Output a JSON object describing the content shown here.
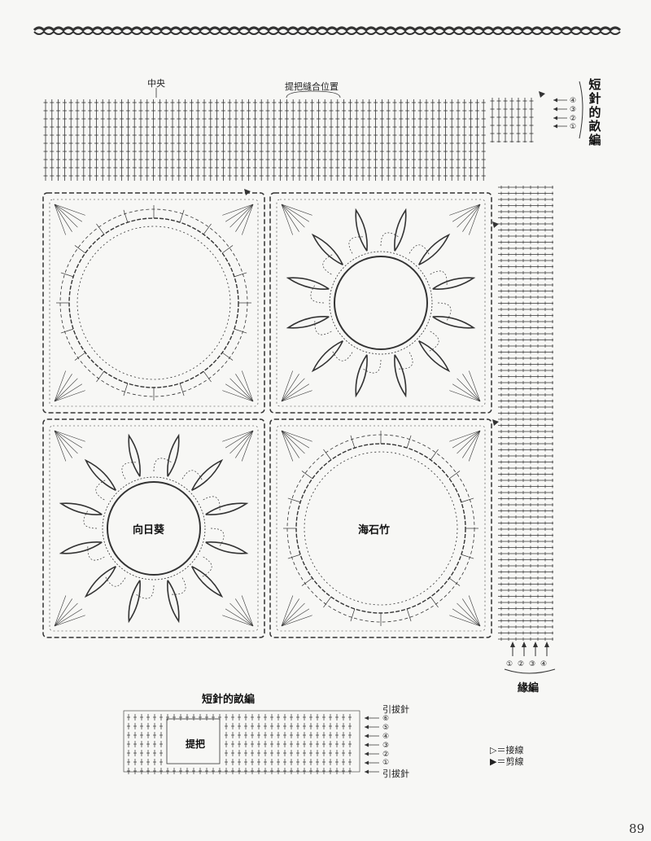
{
  "labels": {
    "center": "中央",
    "handle_seam": "提把縫合位置",
    "short_row_side": "短針的畝編",
    "edge": "緣編",
    "sunflower": "向日葵",
    "hydrangea": "海石竹",
    "short_row_title": "短針的畝編",
    "handle": "提把",
    "slip_stitch": "引拔針"
  },
  "row_markers_top": [
    "④",
    "③",
    "②",
    "①"
  ],
  "row_markers_bottom": [
    "①",
    "②",
    "③",
    "④"
  ],
  "handle_rows": [
    "⑥",
    "⑤",
    "④",
    "③",
    "②",
    "①"
  ],
  "legend": {
    "join_symbol": "▷",
    "join_text": "＝接線",
    "cut_symbol": "▶",
    "cut_text": "＝剪線"
  },
  "page_number": "89"
}
